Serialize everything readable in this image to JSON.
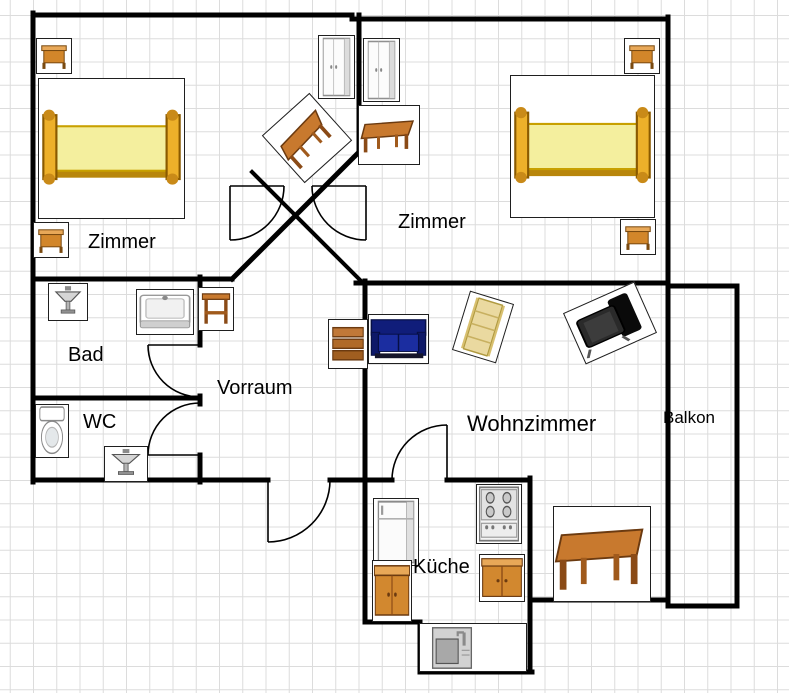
{
  "rooms": [
    {
      "id": "zimmer-left",
      "label": "Zimmer"
    },
    {
      "id": "zimmer-right",
      "label": "Zimmer"
    },
    {
      "id": "bad",
      "label": "Bad"
    },
    {
      "id": "wc",
      "label": "WC"
    },
    {
      "id": "vorraum",
      "label": "Vorraum"
    },
    {
      "id": "wohnzimmer",
      "label": "Wohnzimmer"
    },
    {
      "id": "balkon",
      "label": "Balkon"
    },
    {
      "id": "kueche",
      "label": "Küche"
    }
  ],
  "furniture": [
    {
      "id": "nightstand-zimmer-left-top",
      "name": "nightstand"
    },
    {
      "id": "bed-zimmer-left",
      "name": "bed"
    },
    {
      "id": "nightstand-zimmer-left-bottom",
      "name": "nightstand"
    },
    {
      "id": "wardrobe-left",
      "name": "wardrobe"
    },
    {
      "id": "wardrobe-right",
      "name": "wardrobe"
    },
    {
      "id": "table-doorway",
      "name": "table"
    },
    {
      "id": "table-zimmer-right",
      "name": "table"
    },
    {
      "id": "bed-zimmer-right",
      "name": "bed"
    },
    {
      "id": "nightstand-zimmer-right-top",
      "name": "nightstand"
    },
    {
      "id": "nightstand-zimmer-right-bottom",
      "name": "nightstand"
    },
    {
      "id": "washbasin-bad",
      "name": "washbasin"
    },
    {
      "id": "sink-bad",
      "name": "sink"
    },
    {
      "id": "side-table-bad",
      "name": "side-table"
    },
    {
      "id": "shelf-vorraum",
      "name": "shelf"
    },
    {
      "id": "sofa-wohnzimmer",
      "name": "sofa"
    },
    {
      "id": "bench-wohnzimmer",
      "name": "bench"
    },
    {
      "id": "armchair-wohnzimmer",
      "name": "armchair"
    },
    {
      "id": "toilet-wc",
      "name": "toilet"
    },
    {
      "id": "washbasin-wc",
      "name": "washbasin"
    },
    {
      "id": "refrigerator-kueche",
      "name": "refrigerator"
    },
    {
      "id": "stove-kueche",
      "name": "stove"
    },
    {
      "id": "counter-kueche-left",
      "name": "counter"
    },
    {
      "id": "counter-kueche-right",
      "name": "counter"
    },
    {
      "id": "table-wohnzimmer",
      "name": "table"
    },
    {
      "id": "sink-kueche",
      "name": "kitchen-sink"
    }
  ],
  "colors": {
    "wall": "#000000",
    "grid": "#dcdcdc",
    "bed_frame": "#edb02a",
    "bed_mattress": "#f4ef9e",
    "wood": "#c8792e",
    "counter": "#d2882f",
    "sofa": "#16228e"
  }
}
